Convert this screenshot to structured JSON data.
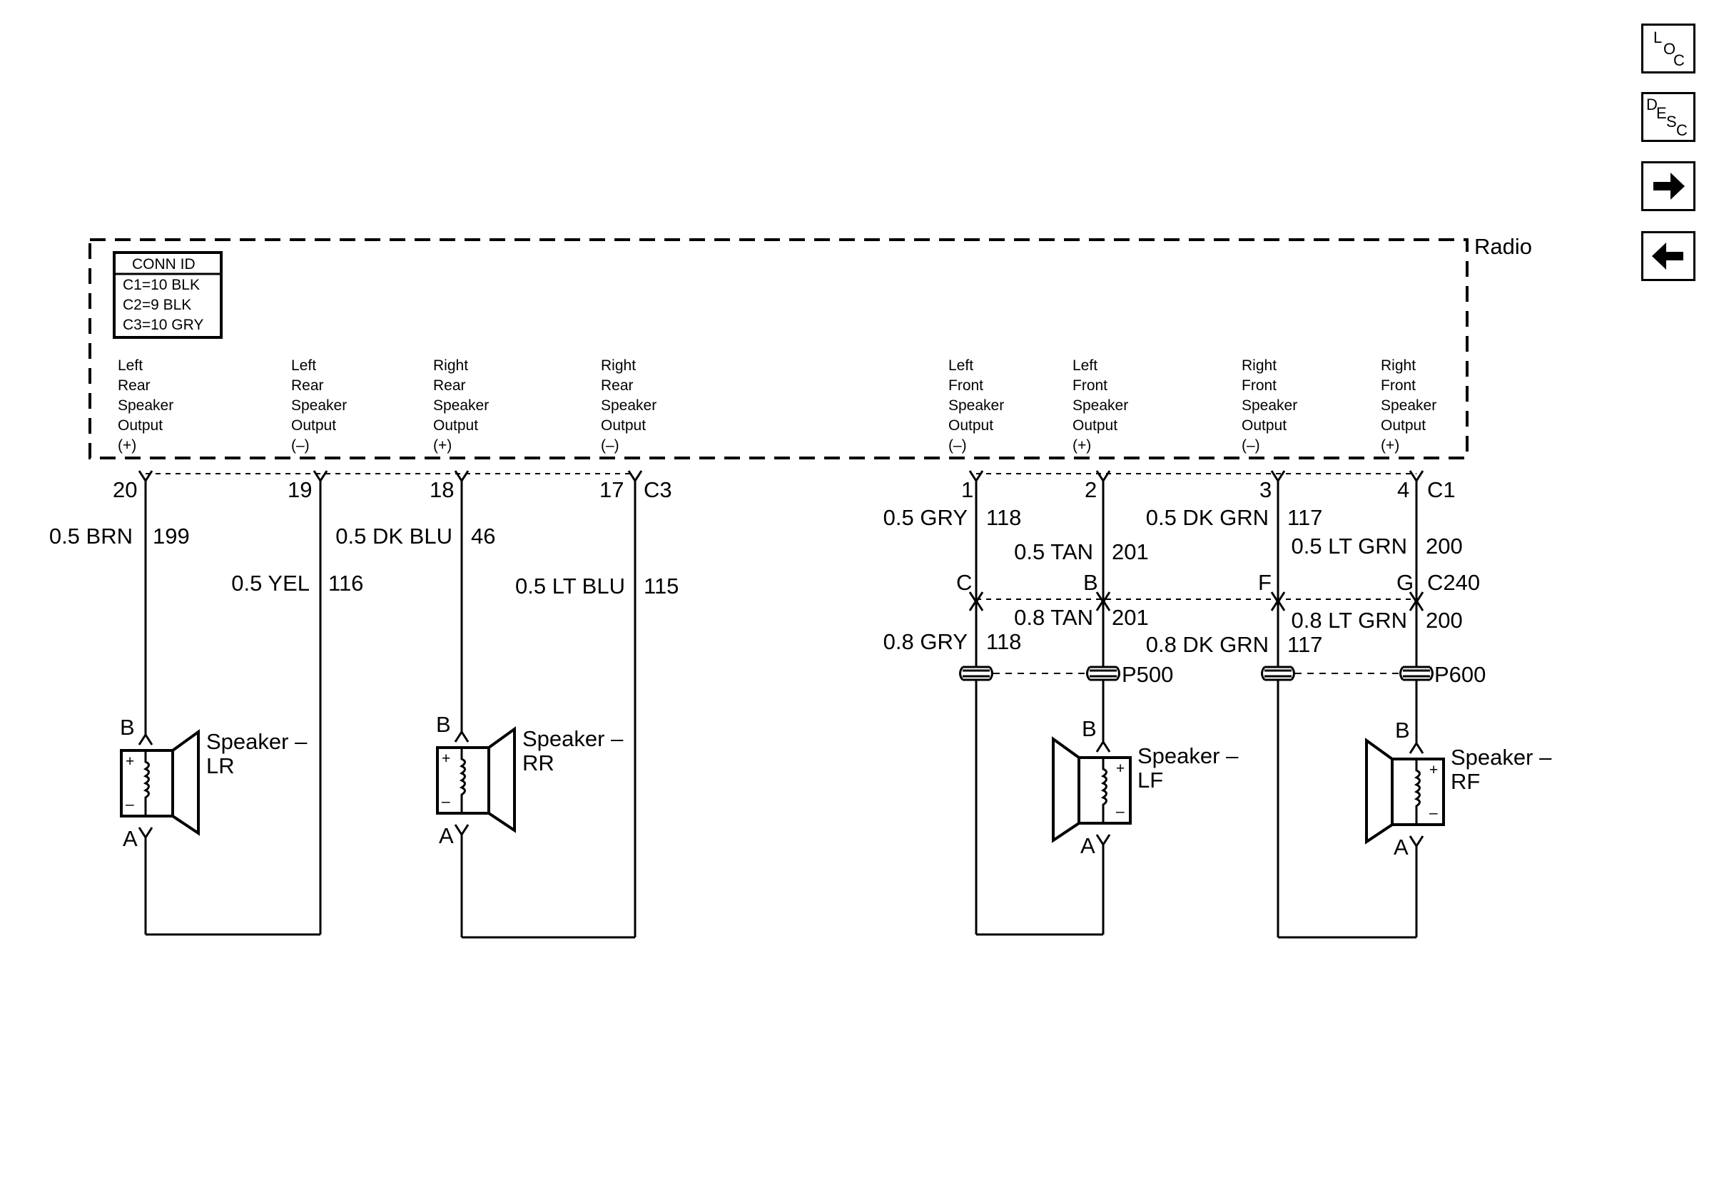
{
  "module": {
    "name": "Radio"
  },
  "conn_id": {
    "header": "CONN ID",
    "lines": [
      "C1=10 BLK",
      "C2=9 BLK",
      "C3=10 GRY"
    ]
  },
  "pins": [
    {
      "desc": [
        "Left",
        "Rear",
        "Speaker",
        "Output",
        "(+)"
      ],
      "num": "20"
    },
    {
      "desc": [
        "Left",
        "Rear",
        "Speaker",
        "Output",
        "(–)"
      ],
      "num": "19"
    },
    {
      "desc": [
        "Right",
        "Rear",
        "Speaker",
        "Output",
        "(+)"
      ],
      "num": "18"
    },
    {
      "desc": [
        "Right",
        "Rear",
        "Speaker",
        "Output",
        "(–)"
      ],
      "num": "17"
    },
    {
      "desc": [
        "Left",
        "Front",
        "Speaker",
        "Output",
        "(–)"
      ],
      "num": "1"
    },
    {
      "desc": [
        "Left",
        "Front",
        "Speaker",
        "Output",
        "(+)"
      ],
      "num": "2"
    },
    {
      "desc": [
        "Right",
        "Front",
        "Speaker",
        "Output",
        "(–)"
      ],
      "num": "3"
    },
    {
      "desc": [
        "Right",
        "Front",
        "Speaker",
        "Output",
        "(+)"
      ],
      "num": "4"
    }
  ],
  "connectors": {
    "c3": "C3",
    "c1": "C1",
    "c240": "C240",
    "p500": "P500",
    "p600": "P600"
  },
  "c240_pins": [
    "C",
    "B",
    "F",
    "G"
  ],
  "wires": {
    "w199": {
      "color": "0.5 BRN",
      "circuit": "199"
    },
    "w116": {
      "color": "0.5 YEL",
      "circuit": "116"
    },
    "w46": {
      "color": "0.5 DK BLU",
      "circuit": "46"
    },
    "w115": {
      "color": "0.5 LT BLU",
      "circuit": "115"
    },
    "w118a": {
      "color": "0.5 GRY",
      "circuit": "118"
    },
    "w201a": {
      "color": "0.5 TAN",
      "circuit": "201"
    },
    "w117a": {
      "color": "0.5 DK GRN",
      "circuit": "117"
    },
    "w200a": {
      "color": "0.5 LT GRN",
      "circuit": "200"
    },
    "w118b": {
      "color": "0.8 GRY",
      "circuit": "118"
    },
    "w201b": {
      "color": "0.8 TAN",
      "circuit": "201"
    },
    "w117b": {
      "color": "0.8 DK GRN",
      "circuit": "117"
    },
    "w200b": {
      "color": "0.8 LT GRN",
      "circuit": "200"
    }
  },
  "speakers": [
    {
      "line1": "Speaker –",
      "line2": "LR",
      "pin_top": "B",
      "pin_bottom": "A"
    },
    {
      "line1": "Speaker –",
      "line2": "RR",
      "pin_top": "B",
      "pin_bottom": "A"
    },
    {
      "line1": "Speaker –",
      "line2": "LF",
      "pin_top": "B",
      "pin_bottom": "A"
    },
    {
      "line1": "Speaker –",
      "line2": "RF",
      "pin_top": "B",
      "pin_bottom": "A"
    }
  ],
  "polarity": {
    "plus": "+",
    "minus": "–"
  },
  "nav": {
    "loc": [
      "L",
      "O",
      "C"
    ],
    "desc": [
      "D",
      "E",
      "S",
      "C"
    ],
    "forward_icon": "arrow-right-icon",
    "back_icon": "arrow-left-icon"
  }
}
